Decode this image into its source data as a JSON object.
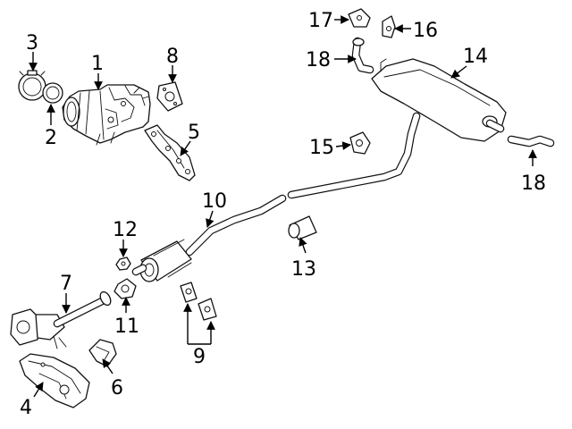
{
  "diagram": {
    "callouts": [
      {
        "id": "catalytic-converter",
        "text": "1"
      },
      {
        "id": "gasket",
        "text": "2"
      },
      {
        "id": "clamp",
        "text": "3"
      },
      {
        "id": "heat-shield",
        "text": "4"
      },
      {
        "id": "bracket",
        "text": "5"
      },
      {
        "id": "bracket-small",
        "text": "6"
      },
      {
        "id": "front-pipe",
        "text": "7"
      },
      {
        "id": "flange-gasket",
        "text": "8"
      },
      {
        "id": "hangers",
        "text": "9"
      },
      {
        "id": "intermediate-pipe",
        "text": "10"
      },
      {
        "id": "gasket-small",
        "text": "11"
      },
      {
        "id": "nut",
        "text": "12"
      },
      {
        "id": "tail-cap",
        "text": "13"
      },
      {
        "id": "muffler",
        "text": "14"
      },
      {
        "id": "insulator",
        "text": "15"
      },
      {
        "id": "hanger-16",
        "text": "16"
      },
      {
        "id": "hanger-17",
        "text": "17"
      },
      {
        "id": "tail-pipe-18",
        "text": "18"
      },
      {
        "id": "tail-pipe-18b",
        "text": "18"
      }
    ]
  }
}
